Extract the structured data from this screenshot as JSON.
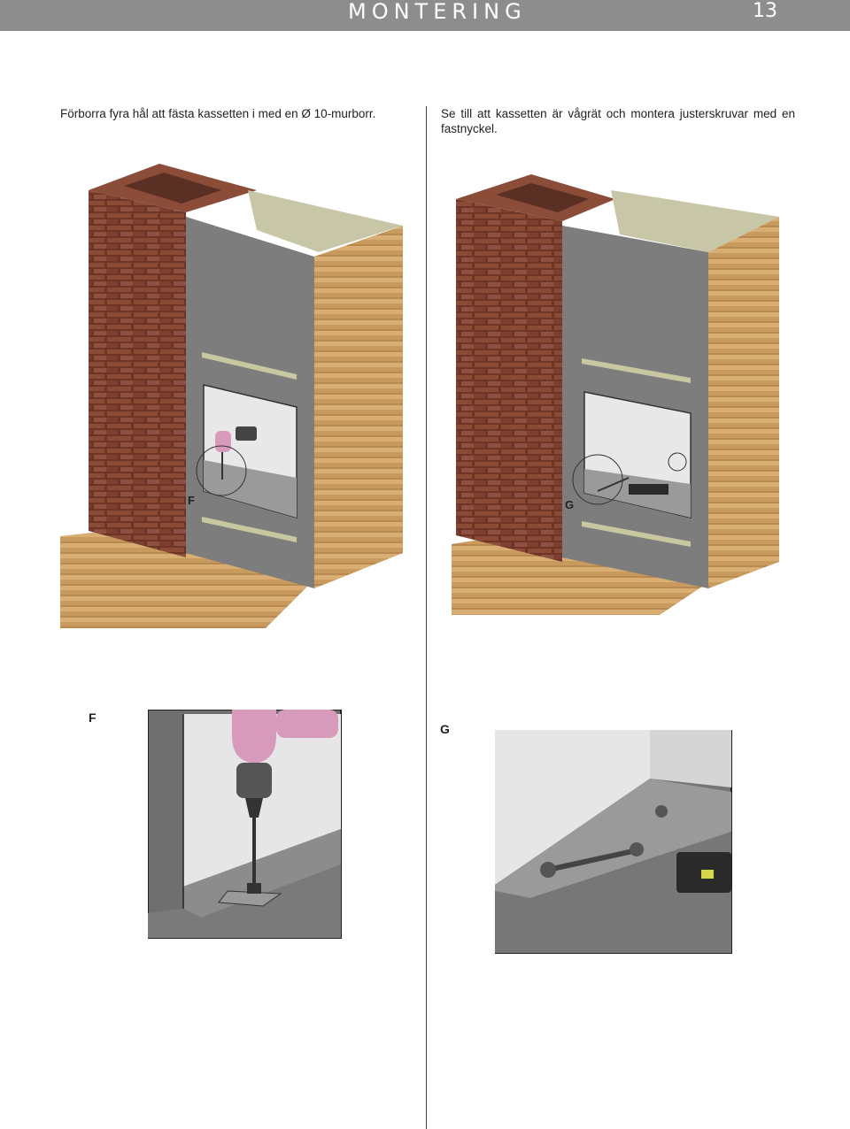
{
  "header": {
    "title": "MONTERING",
    "page_number": "13"
  },
  "steps": [
    {
      "text": "Förborra fyra hål att fästa kassetten i med en Ø 10-murborr."
    },
    {
      "text": "Se till att kassetten är vågrät och montera justerskruvar med en fastnyckel."
    }
  ],
  "callouts": {
    "left": "F",
    "right": "G"
  },
  "details": {
    "left_label": "F",
    "right_label": "G"
  },
  "colors": {
    "header": "#8d8d8d",
    "brick": "#7a3d2a",
    "panel": "#7a7a7a",
    "wood": "#c9a26a",
    "drill": "#d79ab8"
  }
}
